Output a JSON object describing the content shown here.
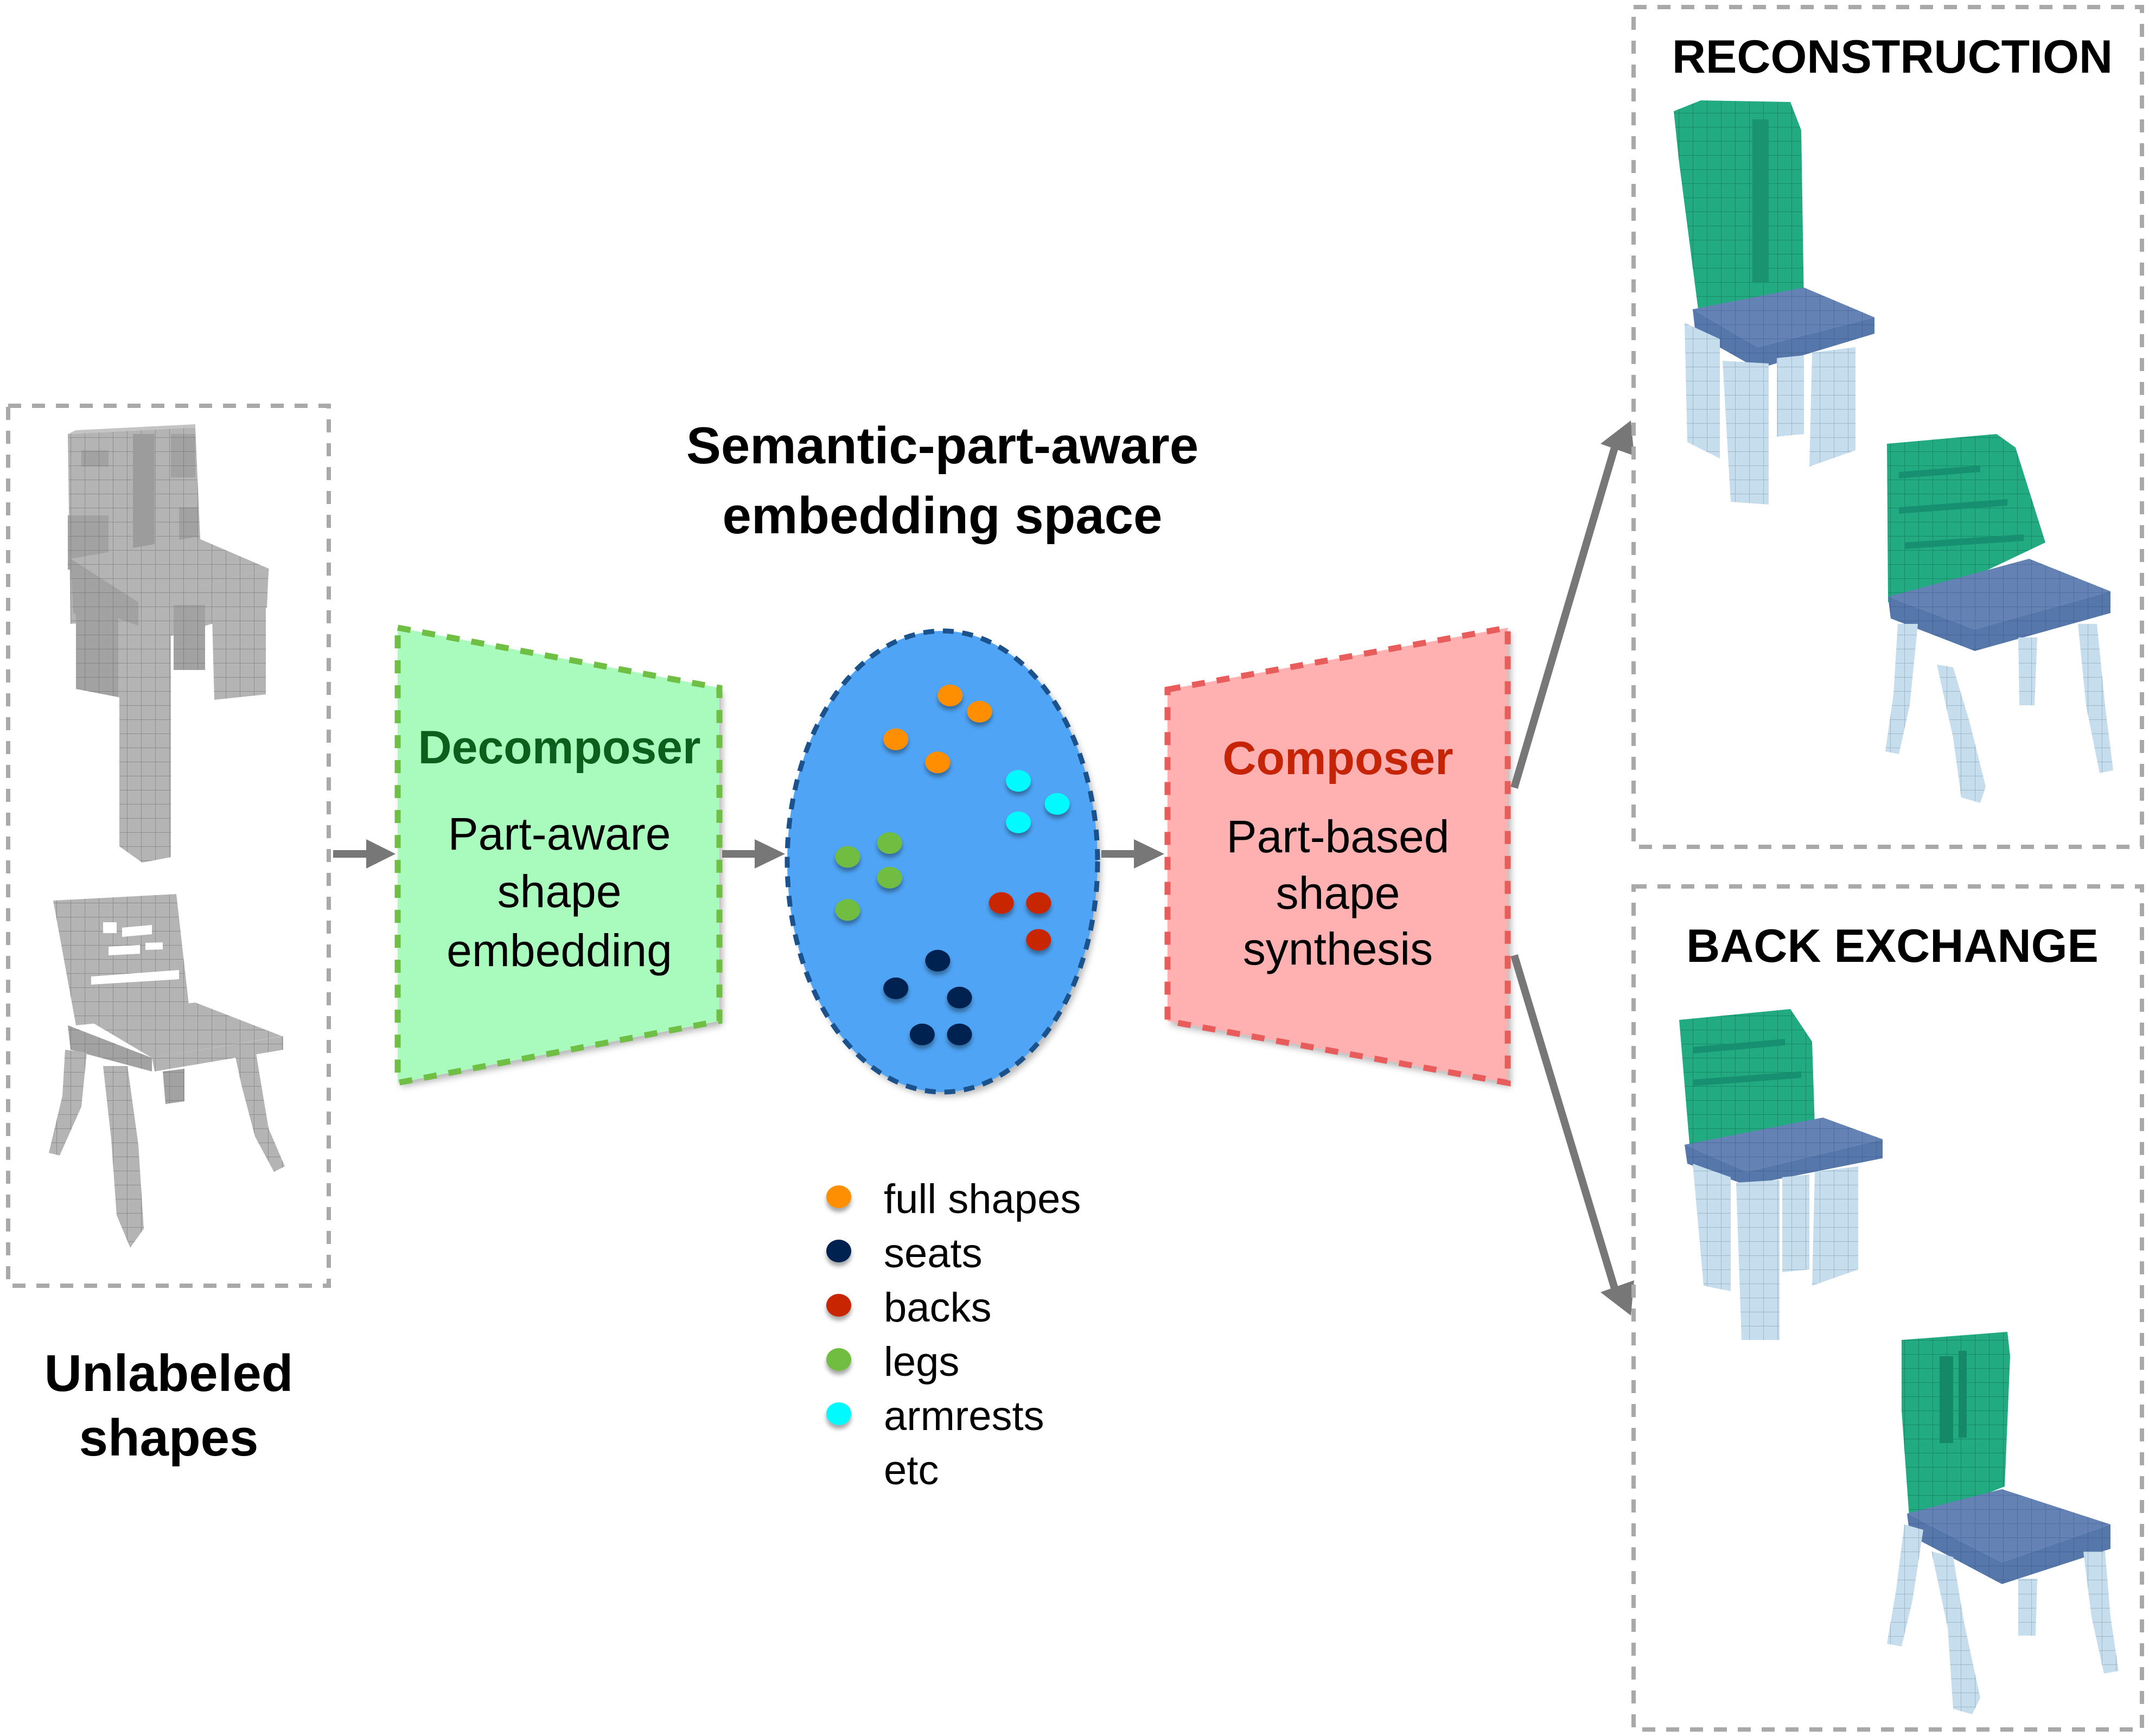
{
  "figure": {
    "input": {
      "label_lines": [
        "Unlabeled",
        "shapes"
      ],
      "items": [
        {
          "name": "input-chair-1",
          "kind": "voxel chair",
          "color": "#b3b3b3"
        },
        {
          "name": "input-chair-2",
          "kind": "voxel chair",
          "color": "#b3b3b3"
        }
      ]
    },
    "decomposer": {
      "title": "Decomposer",
      "body_lines": [
        "Part-aware",
        "shape",
        "embedding"
      ],
      "fill": "#a9fbbd",
      "border": "#6fbf44",
      "title_color": "#0b5e1b"
    },
    "embedding": {
      "title_lines": [
        "Semantic-part-aware",
        "embedding space"
      ],
      "fill": "#4fa4f5",
      "border": "#1b528b",
      "points": [
        {
          "category": "full shapes",
          "x": 0.05,
          "y": 0.72
        },
        {
          "category": "full shapes",
          "x": 0.24,
          "y": 0.65
        },
        {
          "category": "full shapes",
          "x": -0.3,
          "y": 0.53
        },
        {
          "category": "full shapes",
          "x": -0.03,
          "y": 0.43
        },
        {
          "category": "armrests",
          "x": 0.49,
          "y": 0.35
        },
        {
          "category": "armrests",
          "x": 0.74,
          "y": 0.25
        },
        {
          "category": "armrests",
          "x": 0.49,
          "y": 0.17
        },
        {
          "category": "legs",
          "x": -0.34,
          "y": 0.08
        },
        {
          "category": "legs",
          "x": -0.61,
          "y": 0.02
        },
        {
          "category": "legs",
          "x": -0.34,
          "y": -0.07
        },
        {
          "category": "legs",
          "x": -0.61,
          "y": -0.21
        },
        {
          "category": "backs",
          "x": 0.38,
          "y": -0.18
        },
        {
          "category": "backs",
          "x": 0.62,
          "y": -0.18
        },
        {
          "category": "backs",
          "x": 0.62,
          "y": -0.34
        },
        {
          "category": "seats",
          "x": -0.03,
          "y": -0.43
        },
        {
          "category": "seats",
          "x": -0.3,
          "y": -0.55
        },
        {
          "category": "seats",
          "x": 0.11,
          "y": -0.59
        },
        {
          "category": "seats",
          "x": -0.13,
          "y": -0.75
        },
        {
          "category": "seats",
          "x": 0.11,
          "y": -0.75
        }
      ]
    },
    "legend": {
      "items": [
        {
          "label": "full shapes",
          "color": "#ff8f00"
        },
        {
          "label": "seats",
          "color": "#012351"
        },
        {
          "label": "backs",
          "color": "#c72506"
        },
        {
          "label": "legs",
          "color": "#70bd42"
        },
        {
          "label": "armrests",
          "color": "#00fafe"
        }
      ],
      "trailing_label": "etc"
    },
    "composer": {
      "title": "Composer",
      "body_lines": [
        "Part-based",
        "shape",
        "synthesis"
      ],
      "fill": "#ffb1b1",
      "border": "#e95c5c",
      "title_color": "#c62406"
    },
    "outputs": [
      {
        "title": "RECONSTRUCTION",
        "items": [
          {
            "name": "reconstructed-chair-1",
            "back_color": "#21a97e",
            "seat_color": "#5475a9",
            "leg_color": "#c4dcea"
          },
          {
            "name": "reconstructed-chair-2",
            "back_color": "#21a97e",
            "seat_color": "#5475a9",
            "leg_color": "#c4dcea"
          }
        ]
      },
      {
        "title": "BACK EXCHANGE",
        "items": [
          {
            "name": "back-exchange-chair-1",
            "back_color": "#21a97e",
            "seat_color": "#5475a9",
            "leg_color": "#c4dcea"
          },
          {
            "name": "back-exchange-chair-2",
            "back_color": "#21a97e",
            "seat_color": "#5475a9",
            "leg_color": "#c4dcea"
          }
        ]
      }
    ],
    "arrow_color": "#777777",
    "panel_border_color": "#a9a9a9"
  }
}
